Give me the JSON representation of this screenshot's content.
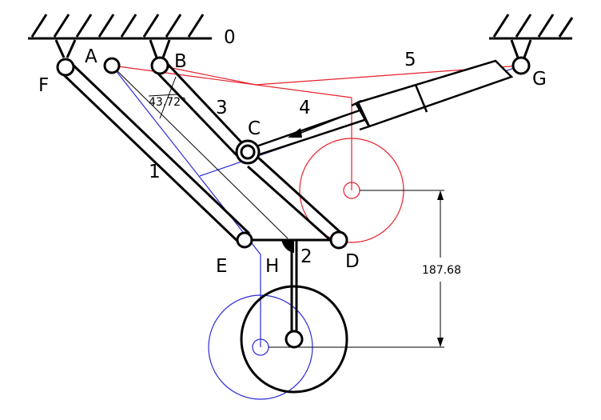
{
  "labels": {
    "ground": "0",
    "link1": "1",
    "link2": "2",
    "link3": "3",
    "link4": "4",
    "link5": "5",
    "A": "A",
    "B": "B",
    "C": "C",
    "D": "D",
    "E": "E",
    "F": "F",
    "G": "G",
    "H": "H"
  },
  "angle_label": "43.72°",
  "dimension_label": "187.68",
  "colors": {
    "primary": "#000000",
    "red_position": "#e8202a",
    "blue_position": "#2a2ad6"
  }
}
